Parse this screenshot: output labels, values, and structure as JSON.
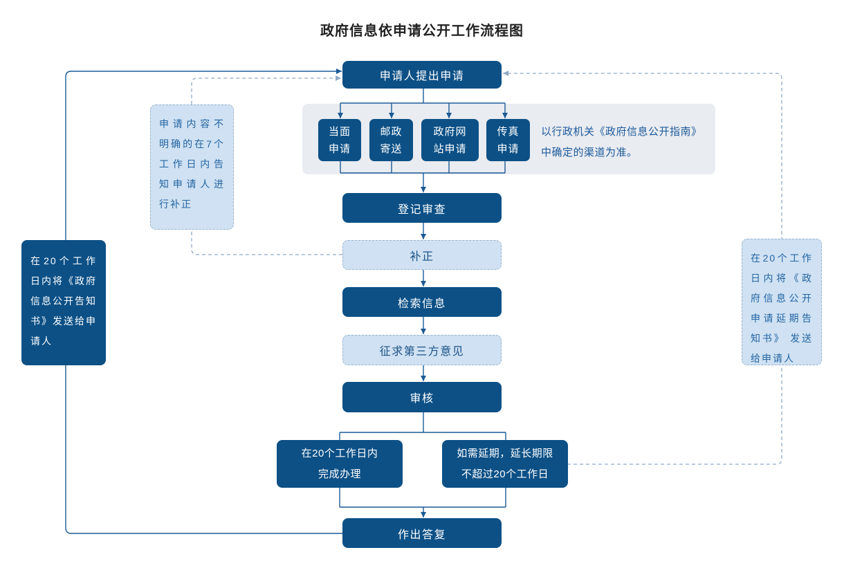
{
  "title": "政府信息依申请公开工作流程图",
  "colors": {
    "dark_blue": "#0c5086",
    "light_blue_fill": "#cfe1f2",
    "dashed_border": "#9ab3cf",
    "panel_gray": "#e9ecf1",
    "solid_line": "#1a5a96",
    "dashed_line": "#8fa9c6",
    "note_text": "#1d5a9b"
  },
  "flow": {
    "apply": "申请人提出申请",
    "channels": [
      {
        "line1": "当面",
        "line2": "申请"
      },
      {
        "line1": "邮政",
        "line2": "寄送"
      },
      {
        "line1": "政府网",
        "line2": "站申请"
      },
      {
        "line1": "传真",
        "line2": "申请"
      }
    ],
    "channels_note": "以行政机关《政府信息公开指南》中确定的渠道为准。",
    "register": "登记审查",
    "correction": "补正",
    "search": "检索信息",
    "third_party": "征求第三方意见",
    "review": "审核",
    "complete": {
      "line1": "在20个工作日内",
      "line2": "完成办理"
    },
    "extension": {
      "line1": "如需延期，延长期限",
      "line2": "不超过20个工作日"
    },
    "reply": "作出答复",
    "notice": "在20个工作日内将《政府信息公开告知书》发送给申请人",
    "correction_note": "申请内容不明确的在7个工作日内告知申请人进行补正",
    "extension_notice": "在20个工作日内将《政府信息公开申请延期告知书》 发送给申请人"
  }
}
